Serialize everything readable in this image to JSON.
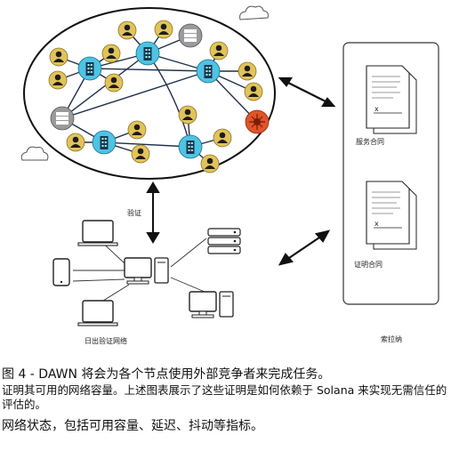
{
  "diagram": {
    "labels": {
      "verify": "验证",
      "sunrise_network": "日出验证网络",
      "solana": "索拉纳",
      "service_contract": "服务合同",
      "proof_contract": "证明合同"
    },
    "doc_marks": [
      "x",
      "x"
    ]
  },
  "caption": {
    "line1": "图 4 - DAWN 将会为各个节点使用外部竞争者来完成任务。",
    "line2": "证明其可用的网络容量。上述图表展示了这些证明是如何依赖于 Solana 来实现无需信任的评估的。",
    "line3": "网络状态，包括可用容量、延迟、抖动等指标。"
  },
  "colors": {
    "node_tower": "#4ec3e3",
    "node_person": "#e2c35a",
    "node_server": "#9a9a9a",
    "node_virus": "#e0542a",
    "ellipse_stroke": "#111111"
  }
}
